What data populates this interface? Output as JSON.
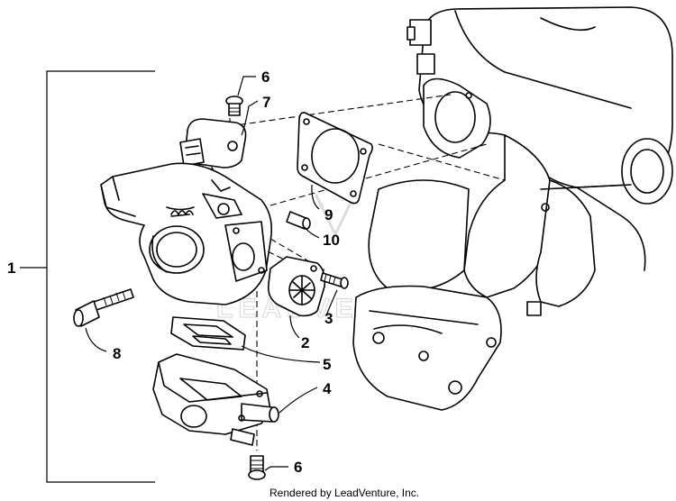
{
  "diagram": {
    "callouts": [
      {
        "id": "c1",
        "label": "1"
      },
      {
        "id": "c2",
        "label": "2"
      },
      {
        "id": "c3",
        "label": "3"
      },
      {
        "id": "c4",
        "label": "4"
      },
      {
        "id": "c5",
        "label": "5"
      },
      {
        "id": "c6a",
        "label": "6"
      },
      {
        "id": "c6b",
        "label": "6"
      },
      {
        "id": "c7",
        "label": "7"
      },
      {
        "id": "c8",
        "label": "8"
      },
      {
        "id": "c9",
        "label": "9"
      },
      {
        "id": "c10",
        "label": "10"
      }
    ],
    "watermark": "LEADVENTURE",
    "credit": "Rendered by LeadVenture, Inc."
  }
}
